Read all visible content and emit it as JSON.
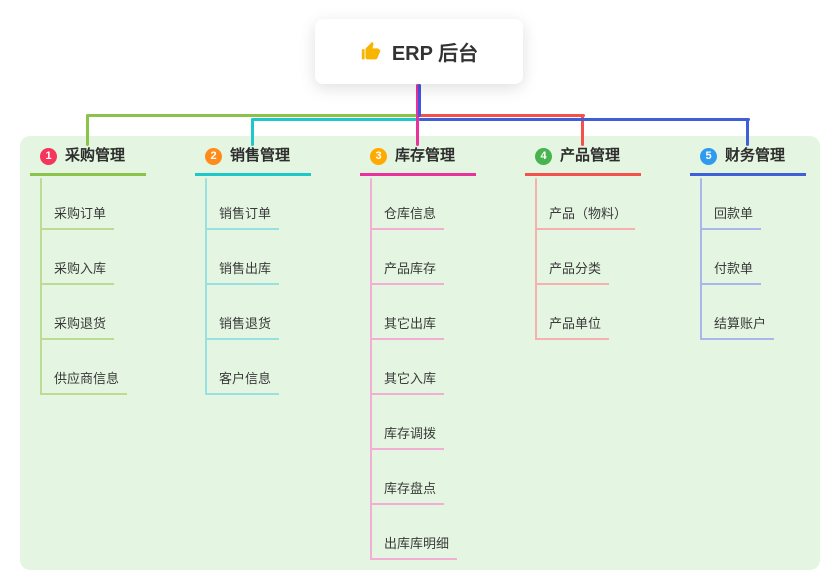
{
  "root": {
    "label": "ERP 后台",
    "icon": "thumbs-up-icon",
    "icon_color": "#f7b500"
  },
  "panel": {
    "bg": "#e4f6e1"
  },
  "connector": {
    "root_line_color": "#4356e0"
  },
  "branches": [
    {
      "number": "1",
      "title": "采购管理",
      "badge_color": "#f5365c",
      "line_color": "#8bc34a",
      "child_line_color": "#bcdc94",
      "children": [
        "采购订单",
        "采购入库",
        "采购退货",
        "供应商信息"
      ]
    },
    {
      "number": "2",
      "title": "销售管理",
      "badge_color": "#ff8c1a",
      "line_color": "#1fc8c8",
      "child_line_color": "#99e0e0",
      "children": [
        "销售订单",
        "销售出库",
        "销售退货",
        "客户信息"
      ]
    },
    {
      "number": "3",
      "title": "库存管理",
      "badge_color": "#ffaa00",
      "line_color": "#e9329b",
      "child_line_color": "#f2aed4",
      "children": [
        "仓库信息",
        "产品库存",
        "其它出库",
        "其它入库",
        "库存调拨",
        "库存盘点",
        "出库库明细"
      ]
    },
    {
      "number": "4",
      "title": "产品管理",
      "badge_color": "#49b34f",
      "line_color": "#f4504c",
      "child_line_color": "#f6b0ad",
      "children": [
        "产品（物料）",
        "产品分类",
        "产品单位"
      ]
    },
    {
      "number": "5",
      "title": "财务管理",
      "badge_color": "#2f9bef",
      "line_color": "#3f5fd8",
      "child_line_color": "#a9b8ea",
      "children": [
        "回款单",
        "付款单",
        "结算账户"
      ]
    }
  ]
}
